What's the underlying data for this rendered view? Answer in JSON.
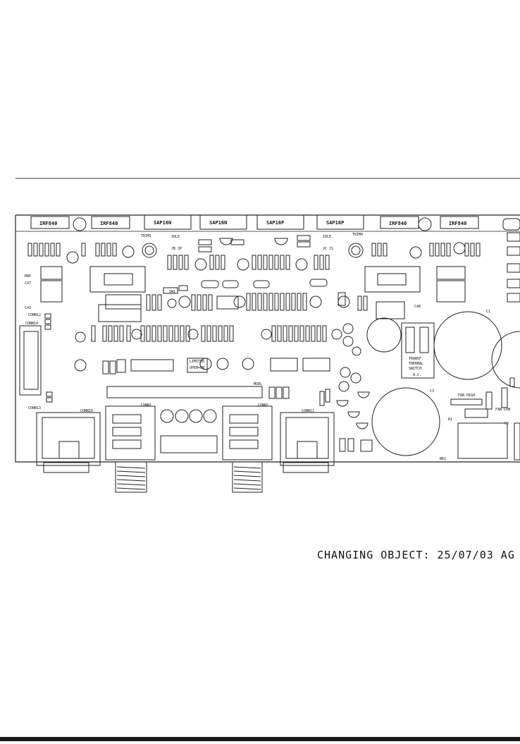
{
  "caption": "CHANGING OBJECT: 25/07/03 AG",
  "heatsink_devices": [
    "IRF840",
    "IRF840",
    "SAP16N",
    "SAP16N",
    "SAP16P",
    "SAP16P",
    "IRF840",
    "IRF840"
  ],
  "board_labels": {
    "limiter": "LIMITER",
    "open_on": "OPEN=ON",
    "idle_left": "IDLE",
    "jp_left": "JB JP",
    "idle_right": "IDLE",
    "jp_right": "JC JS",
    "transf_1": "TRANSF.",
    "transf_2": "THERMAL",
    "transf_3": "SWITCH",
    "ac": "A.C.",
    "conn10": "CONN10",
    "conn11": "CONN11",
    "conn13": "CONN13",
    "conn14": "CONN14",
    "conn12": "CONN12",
    "conn1": "CONN1",
    "conn2": "CONN2",
    "mod": "MODL",
    "br2": "BR2",
    "r1": "R1",
    "c2": "C2",
    "c3": "C3",
    "c1": "C1",
    "c47": "C47",
    "c43": "C43",
    "c48": "C48",
    "sw1": "SW1",
    "rrp": "RRP",
    "trim_left": "TRIM1",
    "trim_right": "TRIM4",
    "fan_high": "FAN HIGH",
    "fan_low": "FAN LOW"
  }
}
